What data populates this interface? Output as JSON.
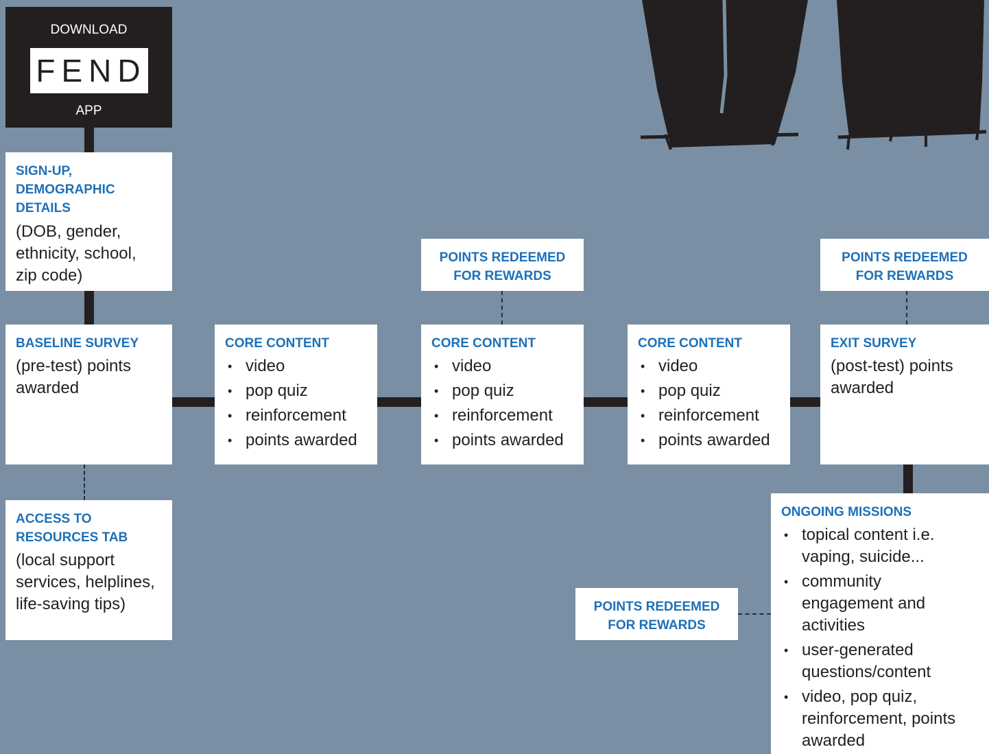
{
  "download": {
    "top_label": "DOWNLOAD",
    "logo_text": "FEND",
    "bottom_label": "APP"
  },
  "signup": {
    "heading_lines": [
      "SIGN-UP,",
      "DEMOGRAPHIC",
      "DETAILS"
    ],
    "body_lines": [
      "(DOB, gender,",
      "ethnicity, school,",
      "zip code)"
    ]
  },
  "baseline": {
    "heading": "BASELINE SURVEY",
    "body_lines": [
      "(pre-test) points",
      "awarded"
    ]
  },
  "resources": {
    "heading_lines": [
      "ACCESS TO",
      "RESOURCES TAB"
    ],
    "body_lines": [
      "(local support",
      "services, helplines,",
      "life-saving tips)"
    ]
  },
  "core_contents": [
    {
      "heading": "CORE CONTENT",
      "items": [
        "video",
        "pop quiz",
        "reinforcement",
        "points awarded"
      ]
    },
    {
      "heading": "CORE CONTENT",
      "items": [
        "video",
        "pop quiz",
        "reinforcement",
        "points awarded"
      ]
    },
    {
      "heading": "CORE CONTENT",
      "items": [
        "video",
        "pop quiz",
        "reinforcement",
        "points awarded"
      ]
    }
  ],
  "exit_survey": {
    "heading": "EXIT SURVEY",
    "body_lines": [
      "(post-test) points",
      "awarded"
    ]
  },
  "rewards": [
    {
      "lines": [
        "POINTS REDEEMED",
        "FOR REWARDS"
      ]
    },
    {
      "lines": [
        "POINTS REDEEMED",
        "FOR REWARDS"
      ]
    },
    {
      "lines": [
        "POINTS REDEEMED",
        "FOR REWARDS"
      ]
    }
  ],
  "missions": {
    "heading": "ONGOING MISSIONS",
    "items": [
      [
        "topical content i.e.",
        "vaping, suicide..."
      ],
      [
        "community",
        "engagement and",
        "activities"
      ],
      [
        "user-generated",
        "questions/content"
      ],
      [
        "video, pop quiz,",
        "reinforcement, points",
        "awarded"
      ]
    ]
  },
  "colors": {
    "background": "#7a8fa3",
    "heading": "#1d70b8",
    "ink": "#231f20",
    "box": "#ffffff"
  }
}
